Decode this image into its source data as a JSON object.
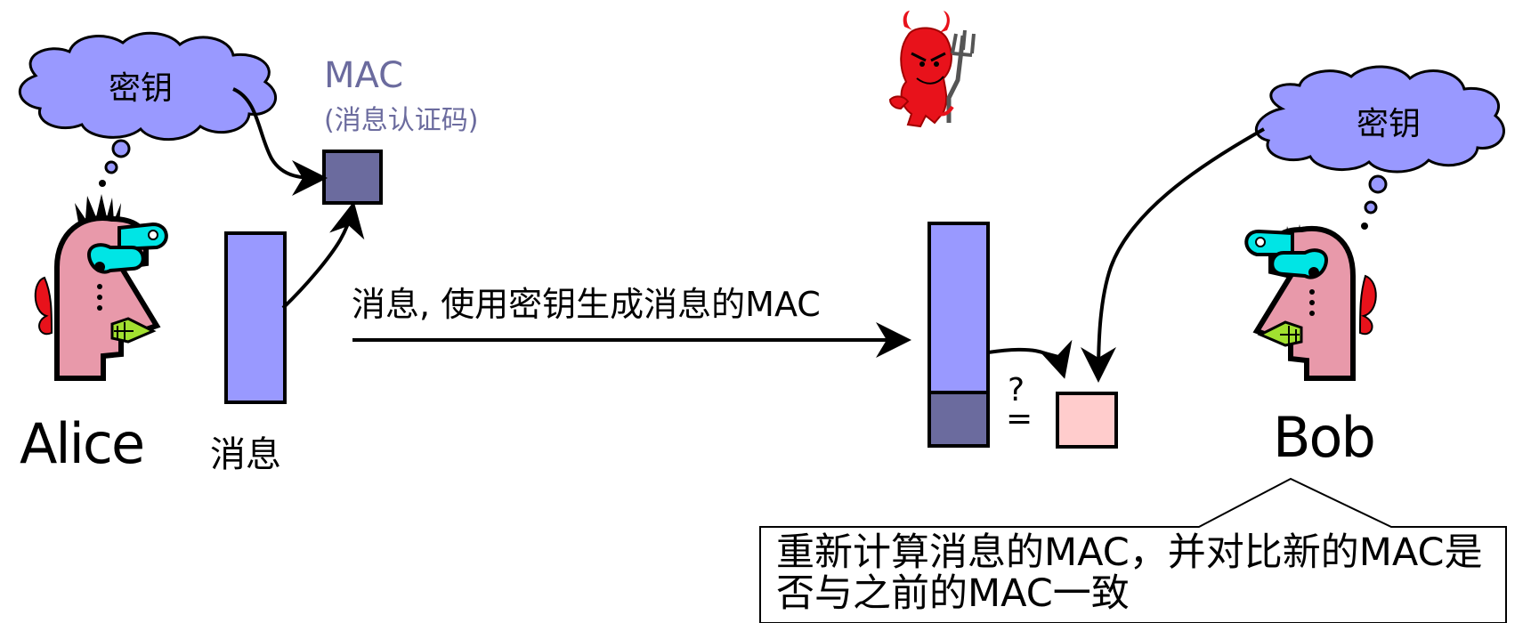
{
  "alice": {
    "name": "Alice",
    "cloud_label": "密钥"
  },
  "bob": {
    "name": "Bob",
    "cloud_label": "密钥"
  },
  "message_label": "消息",
  "mac": {
    "title": "MAC",
    "subtitle": "(消息认证码)"
  },
  "transmission_label": "消息, 使用密钥生成消息的MAC",
  "comparison": {
    "question": "?",
    "equals": "="
  },
  "callout": "重新计算消息的MAC，并对比新的MAC是否与之前的MAC一致",
  "colors": {
    "cloud_fill": "#9999ff",
    "message_fill": "#9999ff",
    "mac_fill": "#6b6b9e",
    "recomputed_mac_fill": "#ffcccc",
    "skin": "#e899aa",
    "eye": "#00e5e5",
    "devil": "#e8121b"
  }
}
